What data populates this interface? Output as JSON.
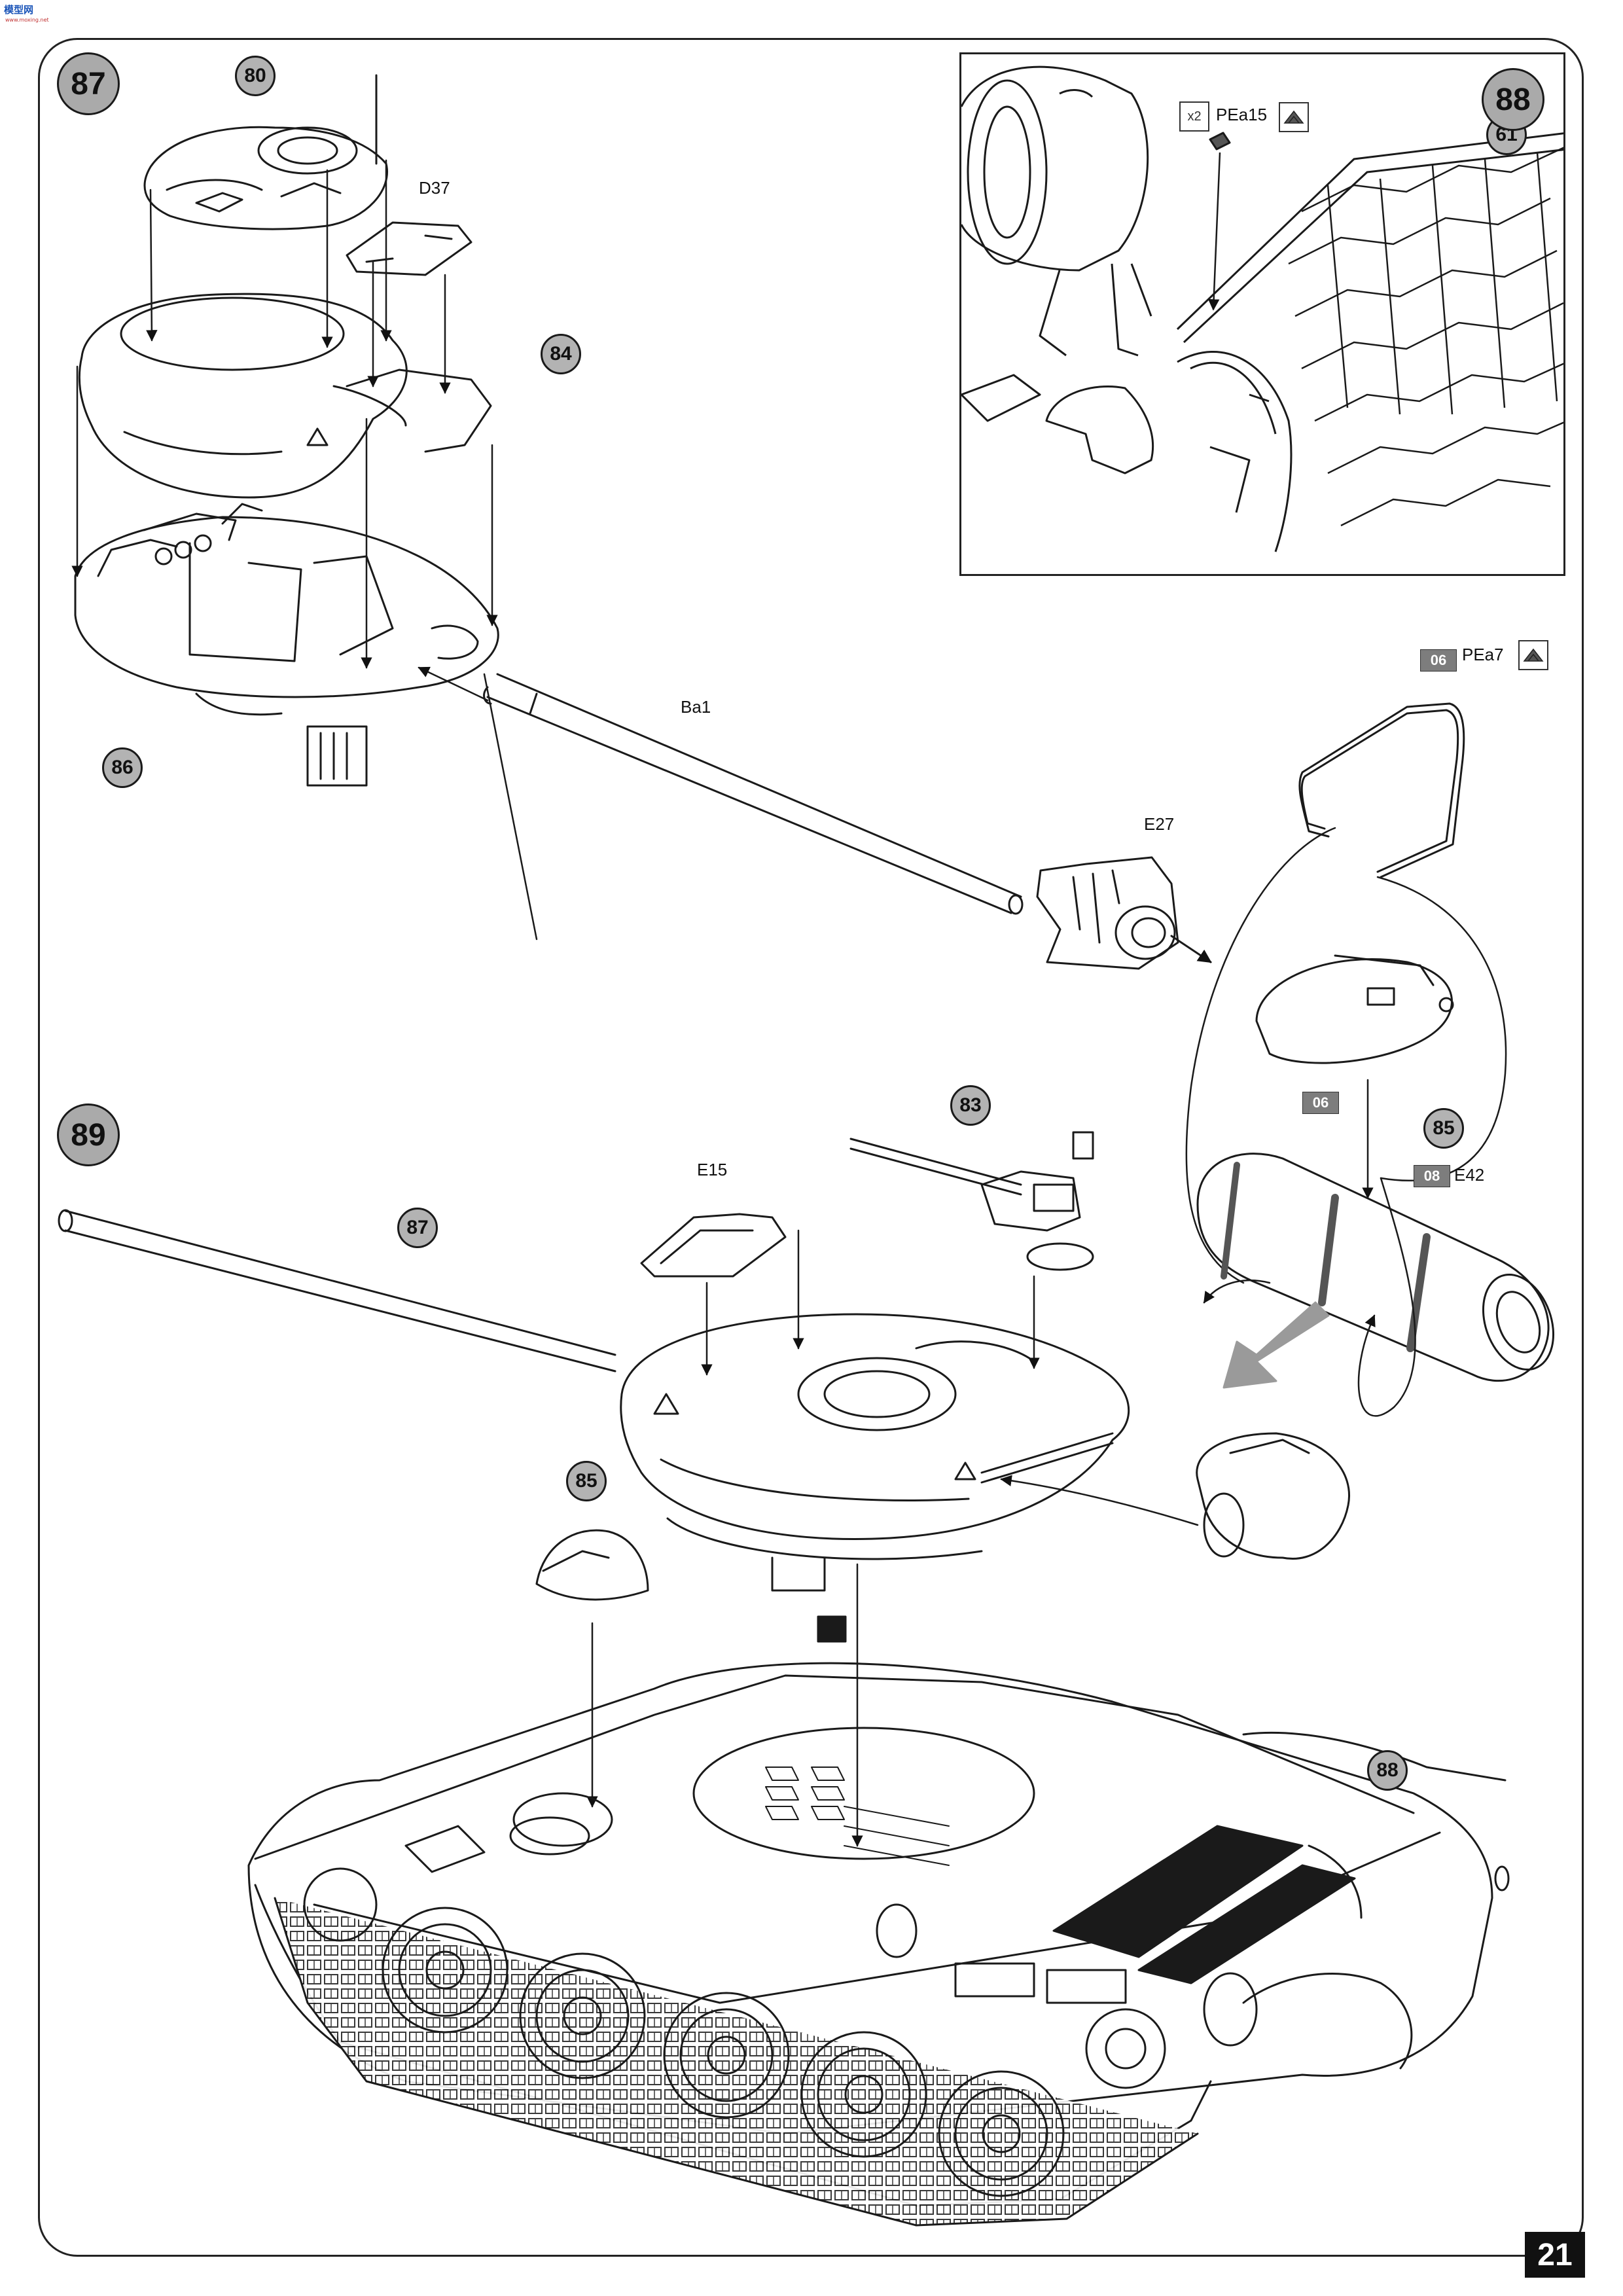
{
  "publisher_logo": "模型网",
  "publisher_logo_sub": "www.moxing.net",
  "page_number": "21",
  "steps": [
    {
      "id": "step-87",
      "number": "87"
    },
    {
      "id": "step-88",
      "number": "88"
    },
    {
      "id": "step-89",
      "number": "89"
    }
  ],
  "references": [
    "80",
    "84",
    "86",
    "61",
    "83",
    "85",
    "85",
    "87",
    "88"
  ],
  "part_labels": {
    "d37": "D37",
    "ba1": "Ba1",
    "e27": "E27",
    "pea15": "PEa15",
    "pea15_qty": "x2",
    "pea7": "PEa7",
    "e15": "E15",
    "e42": "E42"
  },
  "paint_tags": [
    "06",
    "06",
    "08"
  ],
  "icons": {
    "photo_etch": "photo-etch-icon",
    "quantity": "quantity-box-icon",
    "direction_arrow": "assembly-arrow-icon"
  },
  "colors": {
    "circle_fill": "#aaaaaa",
    "tag_fill": "#7d7d7d",
    "line": "#1a1a1a",
    "grille": "#1a1a1a",
    "arrow_grey": "#9a9a9a"
  }
}
